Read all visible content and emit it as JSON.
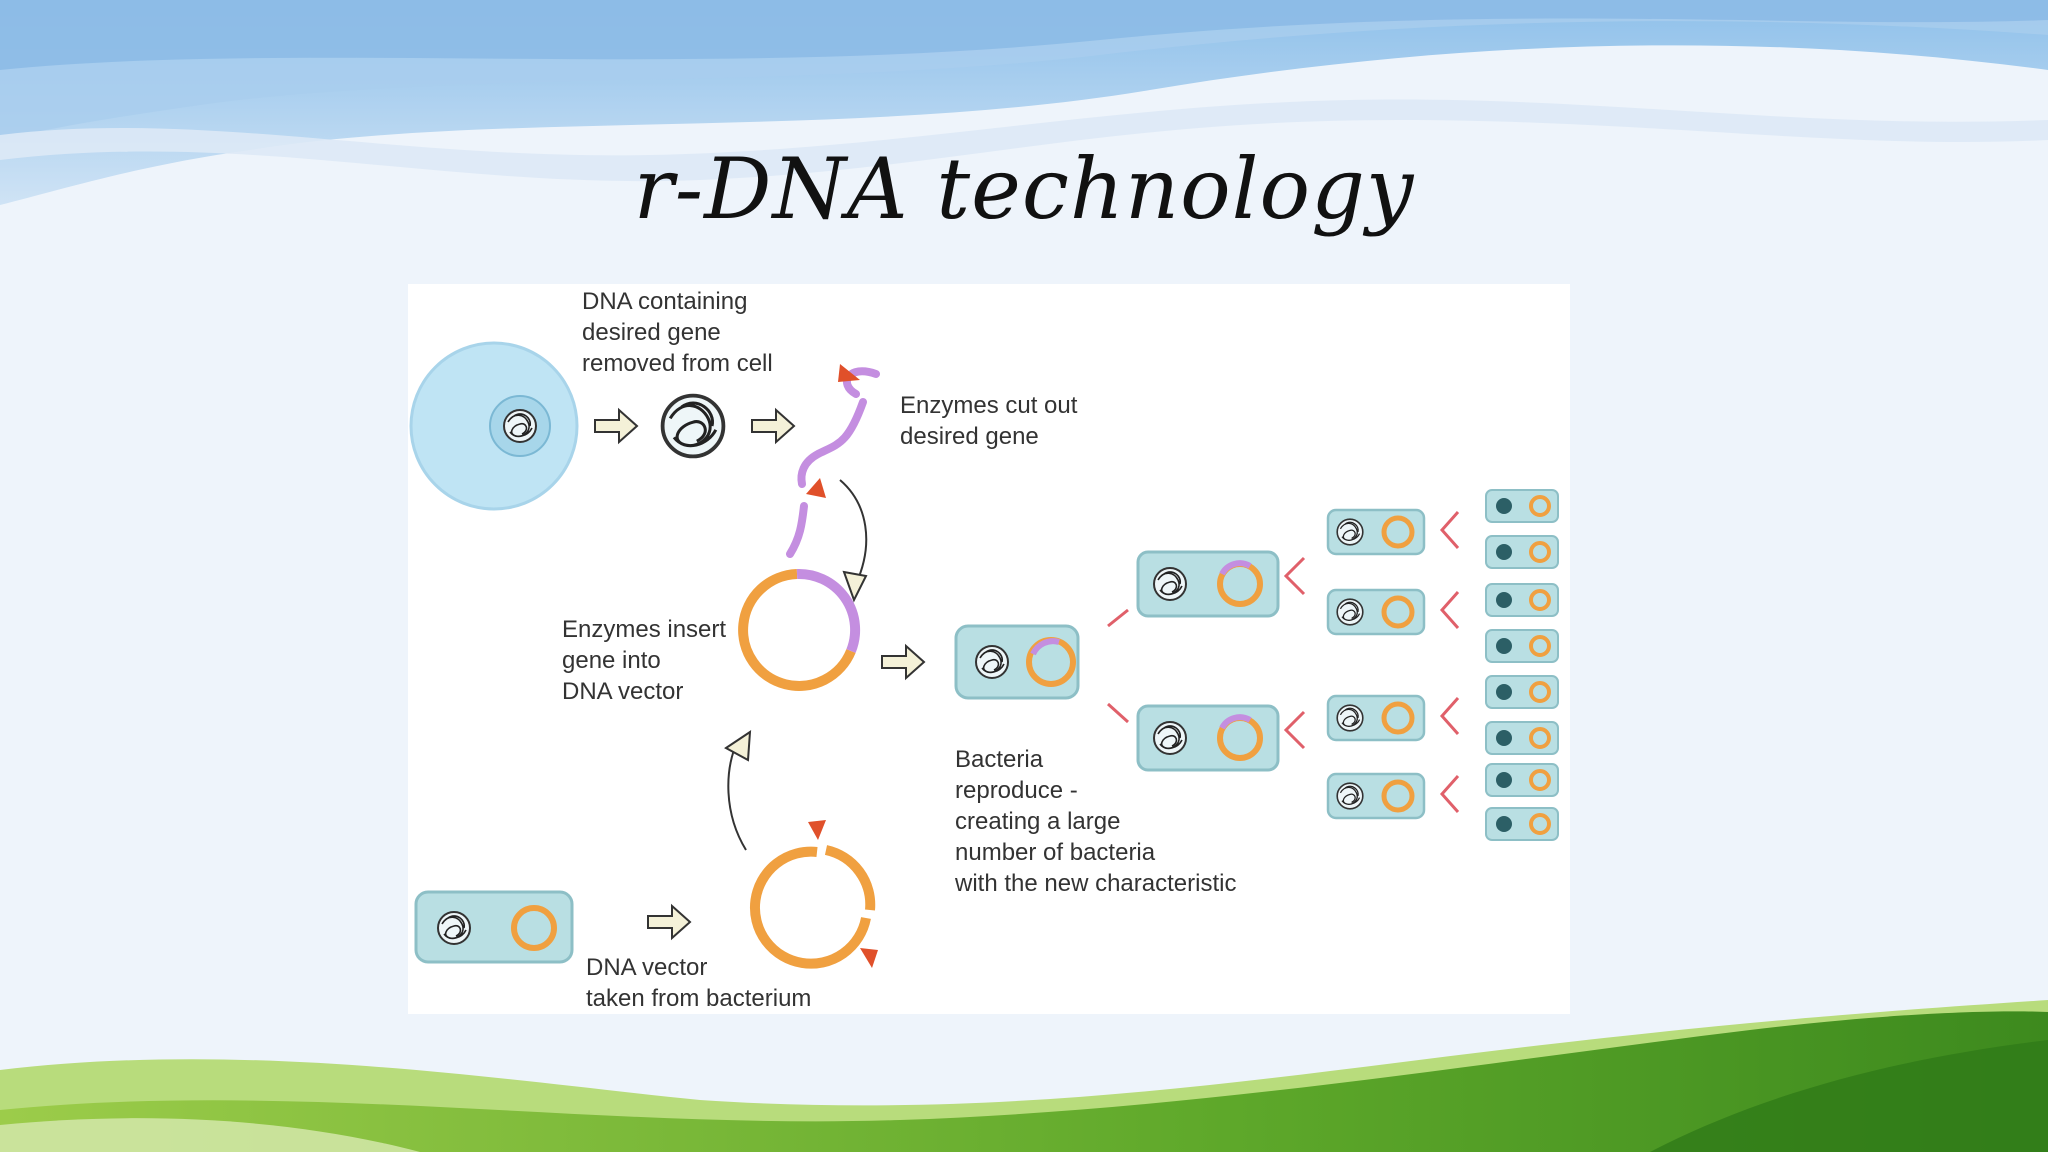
{
  "slide": {
    "title": "r-DNA technology"
  },
  "diagram": {
    "labels": {
      "dna_removed": [
        "DNA containing",
        "desired gene",
        "removed from cell"
      ],
      "enzymes_cut": [
        "Enzymes cut out",
        "desired gene"
      ],
      "enzymes_insert": [
        "Enzymes insert",
        "gene into",
        "DNA vector"
      ],
      "vector_taken": [
        "DNA vector",
        "taken from bacterium"
      ],
      "bacteria_reproduce": [
        "Bacteria",
        "reproduce -",
        "creating a large",
        "number of bacteria",
        "with the new characteristic"
      ]
    },
    "colors": {
      "gene": "#c48ee0",
      "plasmid": "#f0a040",
      "enzyme": "#e0502a",
      "cell": "#bfe4f4",
      "bacterium": "#b9dfe3",
      "division": "#e0606a",
      "arrow": "#f4f1d8"
    }
  }
}
